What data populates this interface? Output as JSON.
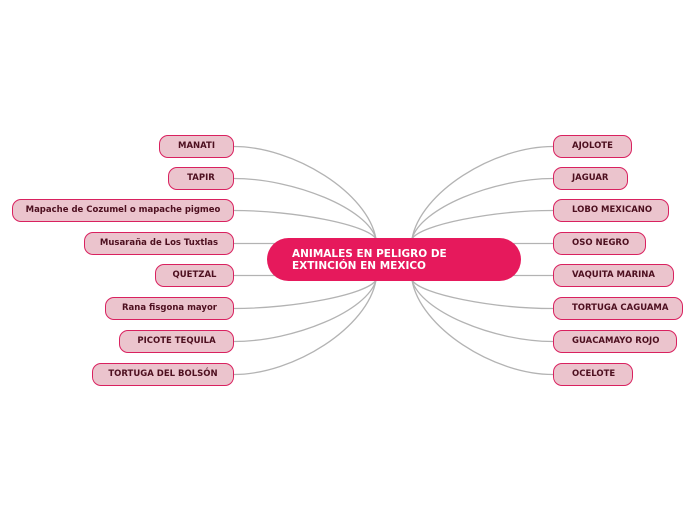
{
  "central": {
    "title_line1": "ANIMALES EN PELIGRO DE",
    "title_line2": "EXTINCIÓN EN  MEXICO"
  },
  "left_nodes": [
    {
      "label": "MANATI"
    },
    {
      "label": "TAPIR"
    },
    {
      "label": "Mapache de Cozumel o mapache pigmeo"
    },
    {
      "label": "Musaraña de Los Tuxtlas"
    },
    {
      "label": "QUETZAL"
    },
    {
      "label": "Rana fisgona mayor"
    },
    {
      "label": "PICOTE TEQUILA"
    },
    {
      "label": "TORTUGA DEL BOLSÓN"
    }
  ],
  "right_nodes": [
    {
      "label": "AJOLOTE"
    },
    {
      "label": "JAGUAR"
    },
    {
      "label": "LOBO MEXICANO"
    },
    {
      "label": "OSO NEGRO"
    },
    {
      "label": "VAQUITA MARINA"
    },
    {
      "label": "TORTUGA CAGUAMA"
    },
    {
      "label": "GUACAMAYO ROJO"
    },
    {
      "label": "OCELOTE"
    }
  ],
  "colors": {
    "central_fill": "#e6195c",
    "node_fill": "#ebc4cd",
    "node_border": "#d9215f",
    "connector": "#b3b3b3"
  }
}
